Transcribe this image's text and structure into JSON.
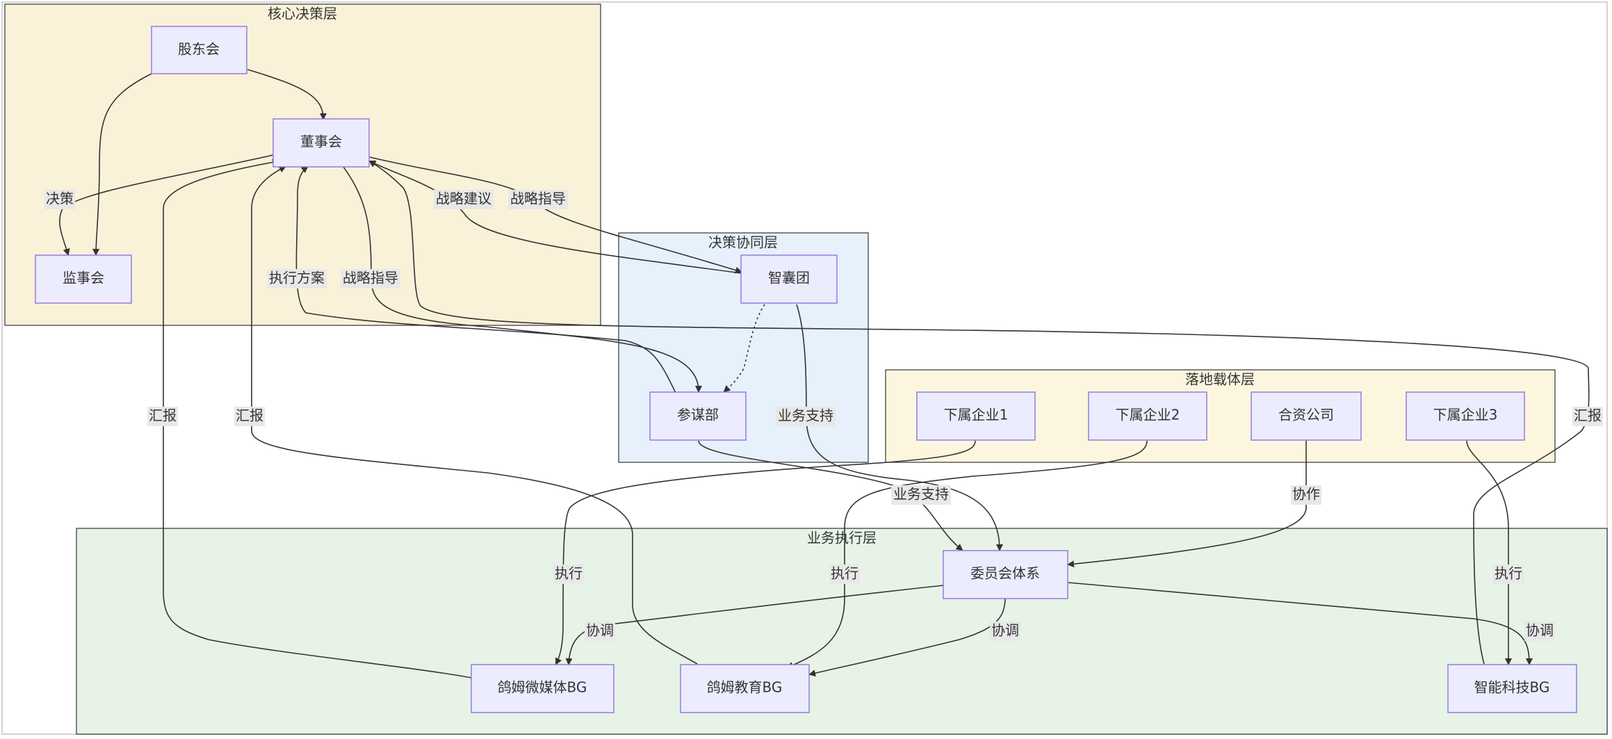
{
  "diagram": {
    "groups": {
      "core": "核心决策层",
      "collab": "决策协同层",
      "carrier": "落地载体层",
      "exec": "业务执行层"
    },
    "nodes": {
      "shareholders": "股东会",
      "board": "董事会",
      "supervisors": "监事会",
      "thinktank": "智囊团",
      "staff": "参谋部",
      "sub1": "下属企业1",
      "sub2": "下属企业2",
      "jv": "合资公司",
      "sub3": "下属企业3",
      "committee": "委员会体系",
      "media": "鸽姆微媒体BG",
      "edu": "鸽姆教育BG",
      "tech": "智能科技BG"
    },
    "edge_labels": {
      "decision": "决策",
      "strategy_advice": "战略建议",
      "strategy_guide_tt": "战略指导",
      "exec_plan": "执行方案",
      "strategy_guide_staff": "战略指导",
      "report_media": "汇报",
      "report_edu": "汇报",
      "report_tech": "汇报",
      "biz_support_tt": "业务支持",
      "biz_support_staff": "业务支持",
      "cooperate": "协作",
      "execute_media": "执行",
      "execute_edu": "执行",
      "execute_tech": "执行",
      "coord_media": "协调",
      "coord_edu": "协调",
      "coord_tech": "协调"
    },
    "colors": {
      "core_fill": "#faf1d9",
      "collab_fill": "#e6f1fc",
      "carrier_fill": "#fdf6df",
      "exec_fill": "#e6f3e6",
      "node_fill": "#ececff",
      "node_stroke": "#9370db",
      "edge": "#333333",
      "label_bg": "#e8e8e8"
    }
  }
}
